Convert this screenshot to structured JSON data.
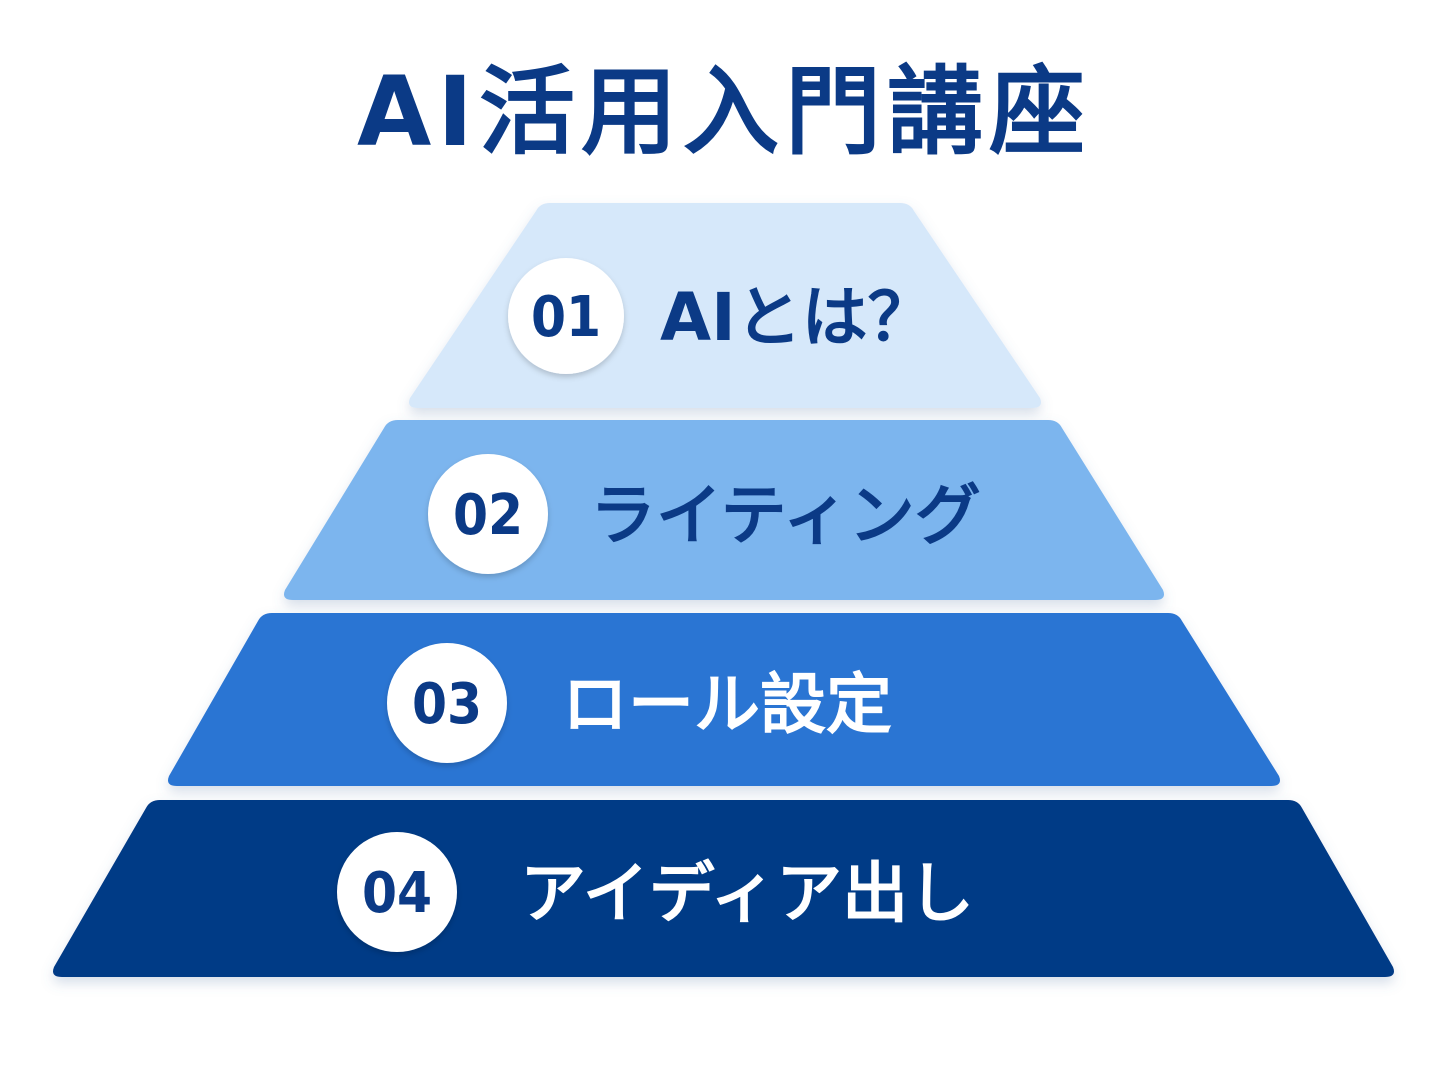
{
  "title": "AI活用入門講座",
  "colors": {
    "title": "#0b3a86",
    "badge_fill": "#ffffff"
  },
  "levels": [
    {
      "number": "01",
      "label": "AIとは？",
      "fill": "#d6e8fa",
      "text_color": "#0b3a86",
      "number_color": "#0b3a86"
    },
    {
      "number": "02",
      "label": "ライティング",
      "fill": "#7bb5ee",
      "text_color": "#0b3a86",
      "number_color": "#0b3a86"
    },
    {
      "number": "03",
      "label": "ロール設定",
      "fill": "#2a75d3",
      "text_color": "#ffffff",
      "number_color": "#0b3a86"
    },
    {
      "number": "04",
      "label": "アイディア出し",
      "fill": "#063a86",
      "text_color": "#ffffff",
      "number_color": "#0b3a86"
    }
  ]
}
